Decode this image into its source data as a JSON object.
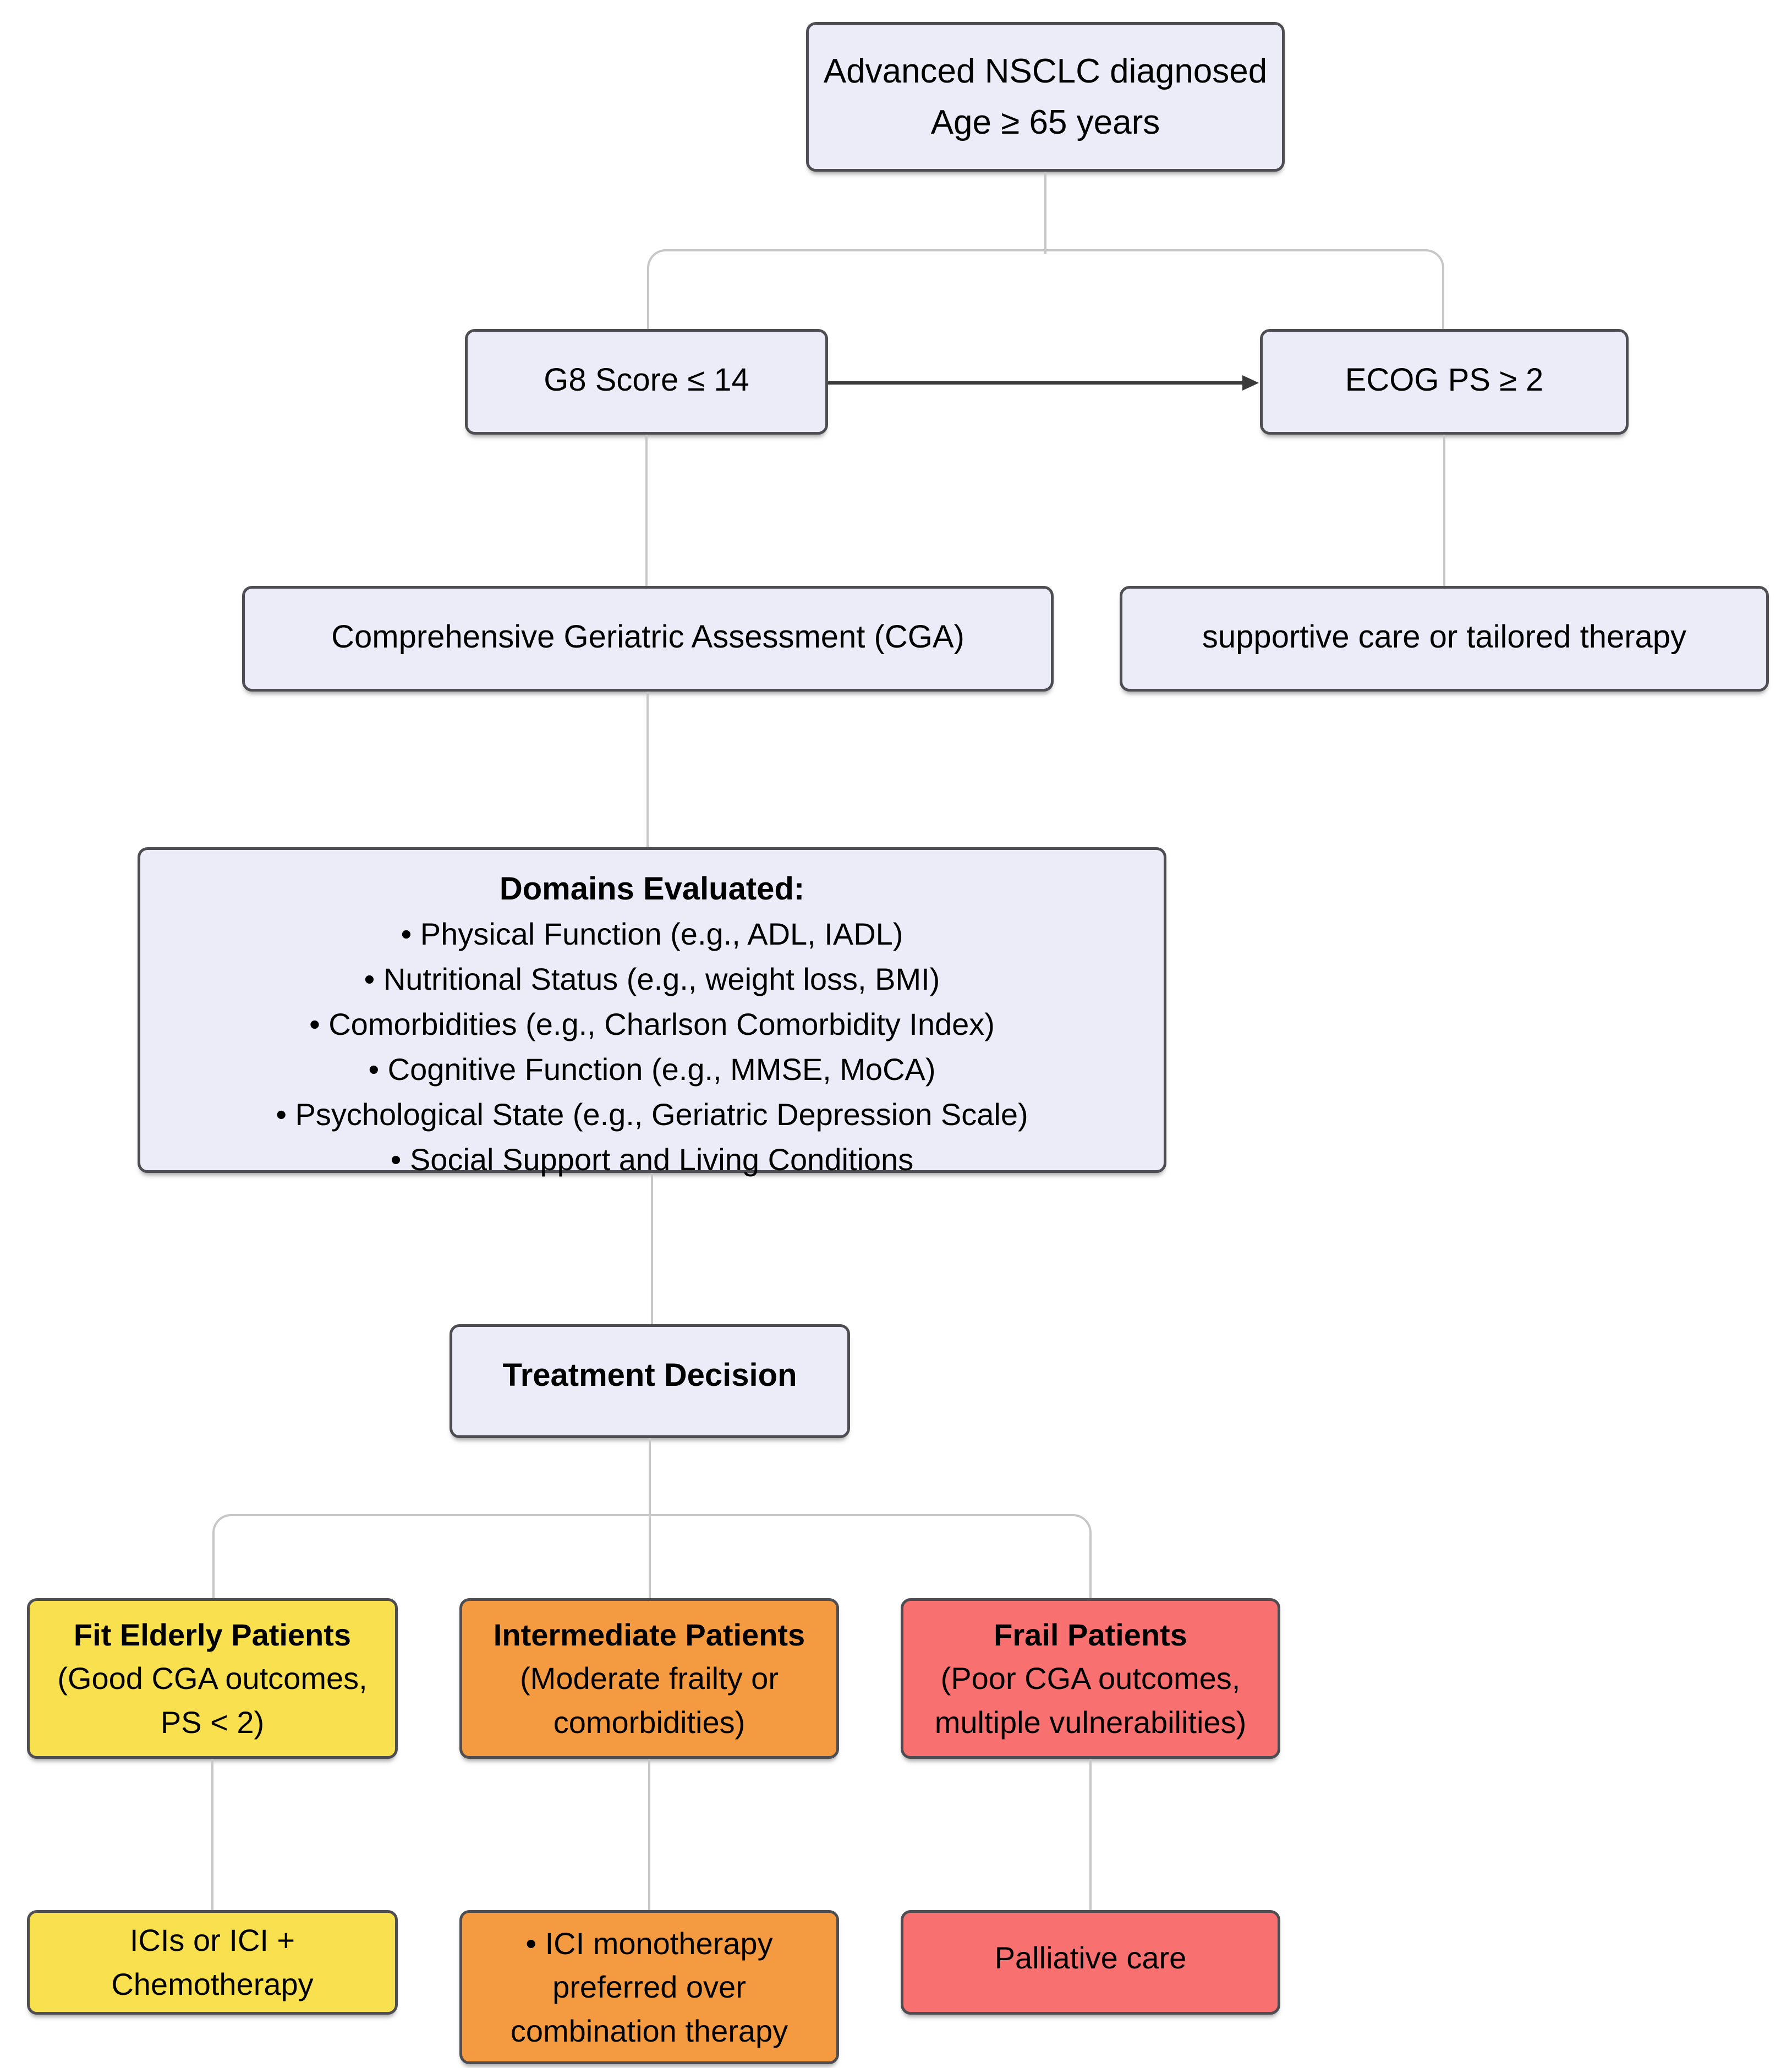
{
  "colors": {
    "background": "#FFFFFF",
    "node-fill": "#ECECF8",
    "node-border": "#4D4D52",
    "connector": "#C7C7C7",
    "connector-dark": "#3A3A3A",
    "fit-fill": "#F9E04F",
    "intermediate-fill": "#F49A40",
    "frail-fill": "#F87070",
    "text": "#000000"
  },
  "nodes": {
    "start": {
      "lines": [
        "Advanced NSCLC diagnosed",
        "Age ≥ 65 years"
      ]
    },
    "g8": {
      "label": "G8 Score ≤ 14"
    },
    "ecog": {
      "label": "ECOG PS ≥ 2"
    },
    "cga": {
      "label": "Comprehensive Geriatric Assessment (CGA)"
    },
    "supportive": {
      "label": "supportive care or tailored therapy"
    },
    "domains": {
      "title": "Domains Evaluated:",
      "items": [
        "• Physical Function (e.g., ADL, IADL)",
        "• Nutritional Status (e.g., weight loss, BMI)",
        "• Comorbidities (e.g., Charlson Comorbidity Index)",
        "• Cognitive Function (e.g., MMSE, MoCA)",
        "• Psychological State (e.g., Geriatric Depression Scale)",
        "• Social Support and Living Conditions"
      ]
    },
    "decision": {
      "label": "Treatment Decision"
    },
    "fit": {
      "title": "Fit Elderly Patients",
      "lines": [
        "(Good CGA outcomes,",
        "PS < 2)"
      ]
    },
    "intermediate": {
      "title": "Intermediate Patients",
      "lines": [
        "(Moderate frailty or",
        "comorbidities)"
      ]
    },
    "frail": {
      "title": "Frail Patients",
      "lines": [
        "(Poor CGA outcomes,",
        "multiple vulnerabilities)"
      ]
    },
    "fit_treatment": {
      "lines": [
        "ICIs or ICI +",
        "Chemotherapy"
      ]
    },
    "intermediate_treatment": {
      "lines": [
        "• ICI monotherapy",
        "preferred over",
        "combination therapy"
      ]
    },
    "frail_treatment": {
      "label": "Palliative care"
    }
  }
}
